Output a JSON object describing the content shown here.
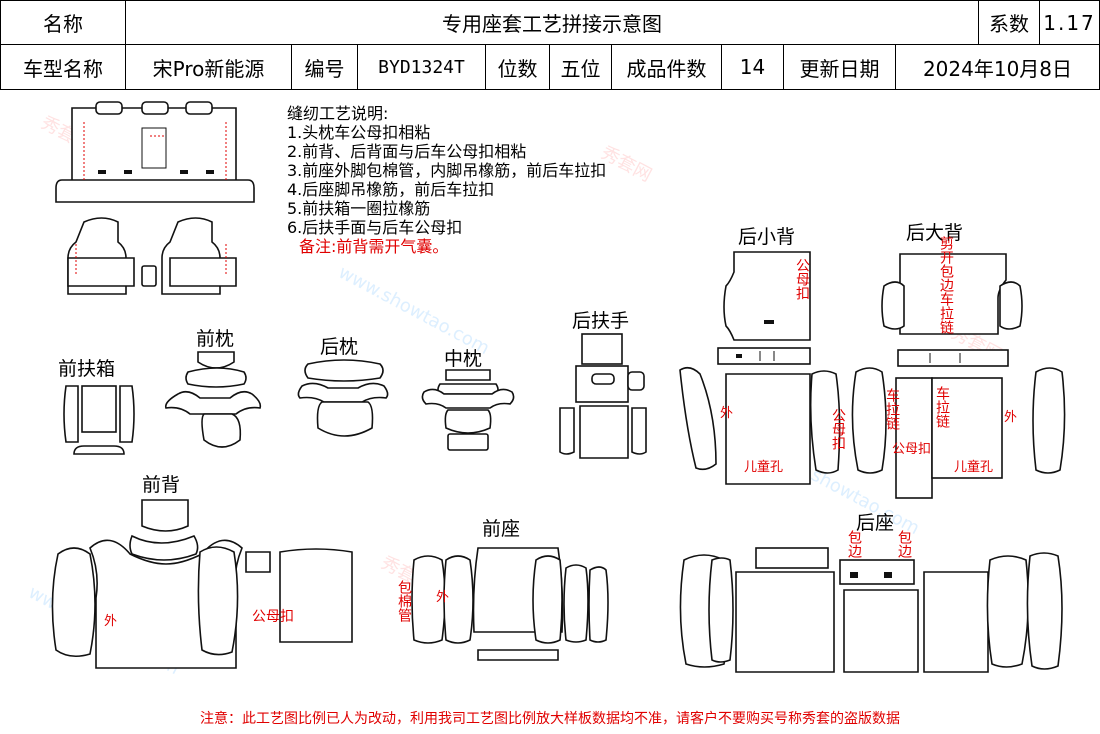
{
  "header": {
    "name_label": "名称",
    "doc_title": "专用座套工艺拼接示意图",
    "coef_label": "系数",
    "coef_value": "1.17",
    "model_label": "车型名称",
    "model_value": "宋Pro新能源",
    "code_label": "编号",
    "code_value": "BYD1324T",
    "seats_label": "位数",
    "seats_value": "五位",
    "pieces_label": "成品件数",
    "pieces_value": "14",
    "date_label": "更新日期",
    "date_value": "2024年10月8日"
  },
  "notes": {
    "title": "缝纫工艺说明:",
    "items": [
      "1.头枕车公母扣相粘",
      "2.前背、后背面与后车公母扣相粘",
      "3.前座外脚包棉管，内脚吊橡筋，前后车拉扣",
      "4.后座脚吊橡筋，前后车拉扣",
      "5.前扶箱一圈拉橡筋",
      "6.后扶手面与后车公母扣"
    ],
    "remark": "备注:前背需开气囊。"
  },
  "sections": {
    "front_armbox": "前扶箱",
    "front_headrest": "前枕",
    "rear_headrest": "后枕",
    "middle_headrest": "中枕",
    "rear_armrest": "后扶手",
    "rear_small_back": "后小背",
    "rear_big_back": "后大背",
    "front_back": "前背",
    "front_seat": "前座",
    "rear_seat": "后座"
  },
  "annotations": {
    "small_back_snap": "公母扣",
    "small_back_outer": "外",
    "small_back_snap2": "公母扣",
    "small_back_child": "儿童孔",
    "big_back_cut": "剪开包边车拉链",
    "big_back_zip_left": "车拉链",
    "big_back_zip_right": "车拉链",
    "big_back_snap": "公母扣",
    "big_back_outer": "外",
    "big_back_child": "儿童孔",
    "front_back_outer": "外",
    "front_back_snap": "公母扣",
    "front_seat_tube": "包棉管",
    "front_seat_outer": "外",
    "rear_seat_edge_left": "包边",
    "rear_seat_edge_right": "包边"
  },
  "watermark": {
    "brand": "秀套网",
    "site": "www.showtao.com"
  },
  "footer": "注意：此工艺图比例已人为改动，利用我司工艺图比例放大样板数据均不准，请客户不要购买号称秀套的盗版数据"
}
